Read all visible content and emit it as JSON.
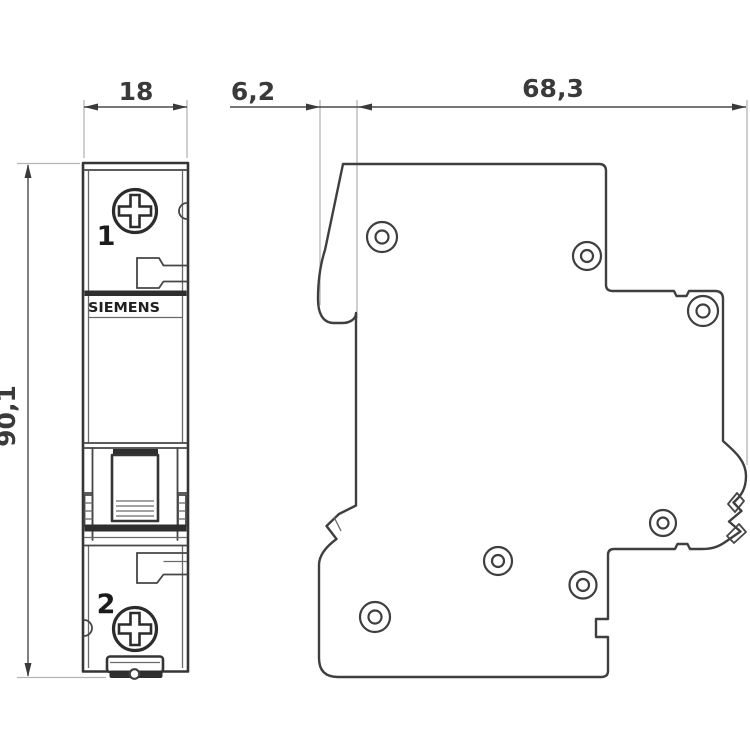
{
  "drawing": {
    "title": "circuit-breaker dimensional drawing",
    "views": {
      "front": {
        "brand_label": "SIEMENS",
        "terminal_top_label": "1",
        "terminal_bottom_label": "2"
      },
      "side": {
        "rivet_count": 7
      }
    },
    "dimensions": {
      "front_width": {
        "label": "18"
      },
      "side_offset": {
        "label": "6,2"
      },
      "side_depth": {
        "label": "68,3"
      },
      "height": {
        "label": "90,1"
      }
    },
    "colors": {
      "background": "#ffffff",
      "outline": "#3f3f3f",
      "extension_line": "#b5b5b5",
      "dark_fill": "#2e2e2e",
      "dimension_text": "#3a3a3a"
    }
  }
}
